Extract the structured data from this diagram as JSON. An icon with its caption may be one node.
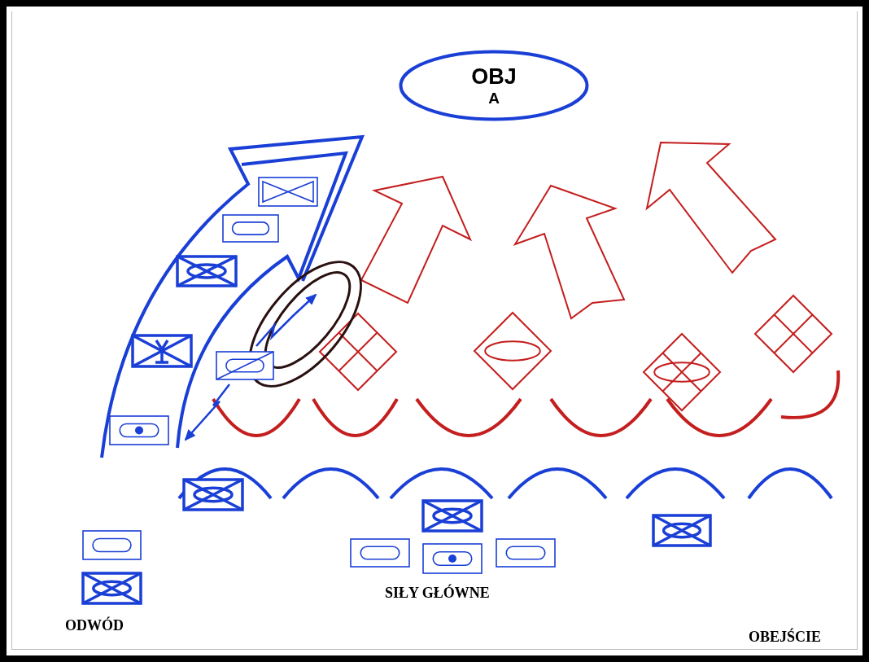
{
  "diagram": {
    "nodes": [
      {
        "text": [
          "OBJ",
          "A"
        ]
      }
    ],
    "labels": [
      "SIŁY GŁÓWNE",
      "ODWÓD",
      "OBEJŚCIE"
    ]
  }
}
